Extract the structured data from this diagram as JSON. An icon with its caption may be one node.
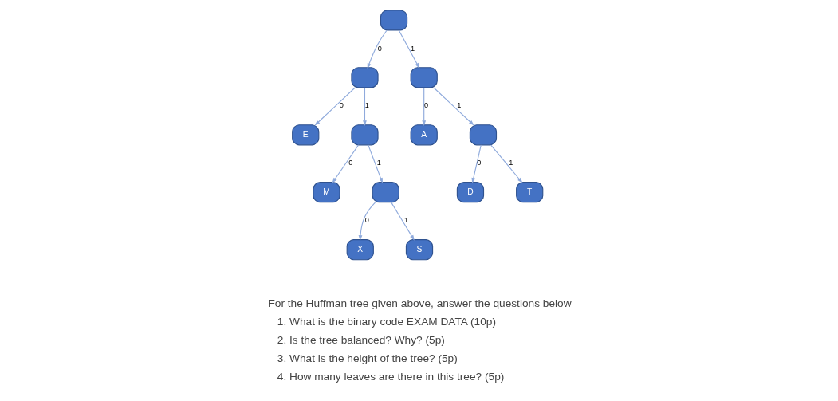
{
  "diagram": {
    "nodes": [
      {
        "text": [],
        "shape": "box"
      },
      {
        "text": [],
        "shape": "box"
      },
      {
        "text": [],
        "shape": "box"
      },
      {
        "text": [
          "E"
        ]
      },
      {
        "text": [],
        "shape": "box"
      },
      {
        "text": [
          "A"
        ]
      },
      {
        "text": [],
        "shape": "box"
      },
      {
        "text": [
          "M"
        ]
      },
      {
        "text": [],
        "shape": "box"
      },
      {
        "text": [
          "D"
        ]
      },
      {
        "text": [
          "T"
        ]
      },
      {
        "text": [
          "X"
        ]
      },
      {
        "text": [
          "S"
        ]
      }
    ],
    "edges": [
      {
        "from": 0,
        "to": 1,
        "arrow": "to",
        "label": "0"
      },
      {
        "from": 0,
        "to": 2,
        "arrow": "to",
        "label": "1"
      },
      {
        "from": 1,
        "to": 3,
        "arrow": "to",
        "label": "0"
      },
      {
        "from": 1,
        "to": 4,
        "arrow": "to",
        "label": "1"
      },
      {
        "from": 2,
        "to": 5,
        "arrow": "to",
        "label": "0"
      },
      {
        "from": 2,
        "to": 6,
        "arrow": "to",
        "label": "1"
      },
      {
        "from": 4,
        "to": 7,
        "arrow": "to",
        "label": "0"
      },
      {
        "from": 4,
        "to": 8,
        "arrow": "to",
        "label": "1"
      },
      {
        "from": 6,
        "to": 9,
        "arrow": "to",
        "label": "0"
      },
      {
        "from": 6,
        "to": 10,
        "arrow": "to",
        "label": "1"
      },
      {
        "from": 8,
        "to": 11,
        "arrow": "to",
        "label": "0"
      },
      {
        "from": 8,
        "to": 12,
        "arrow": "to",
        "label": "1"
      }
    ],
    "labels": [
      "For the Huffman tree given above, answer the questions below",
      "1. What is the binary code EXAM DATA (10p)",
      "2. Is the tree balanced? Why? (5p)",
      "3. What is the height of the tree? (5p)",
      "4. How many leaves are there in this tree? (5p)"
    ]
  }
}
